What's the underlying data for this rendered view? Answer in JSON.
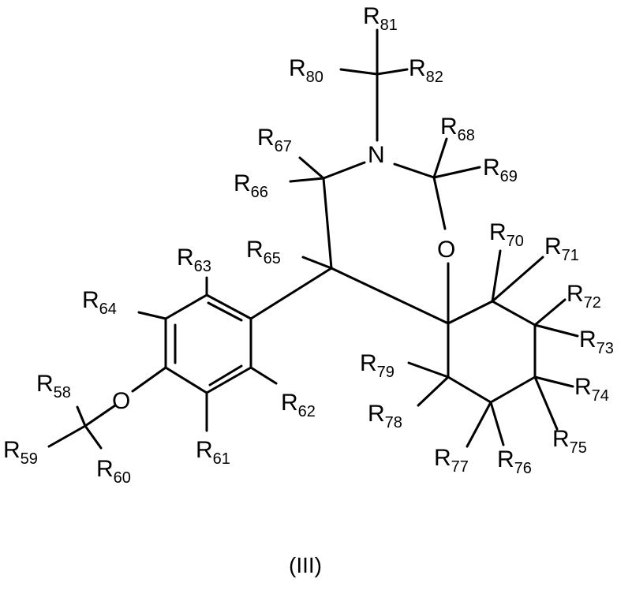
{
  "compound_label": "(III)",
  "atoms": {
    "nitrogen": "N",
    "oxygen_top": "O",
    "oxygen_aryl": "O"
  },
  "substituents": {
    "r58": {
      "letter": "R",
      "num": "58"
    },
    "r59": {
      "letter": "R",
      "num": "59"
    },
    "r60": {
      "letter": "R",
      "num": "60"
    },
    "r61": {
      "letter": "R",
      "num": "61"
    },
    "r62": {
      "letter": "R",
      "num": "62"
    },
    "r63": {
      "letter": "R",
      "num": "63"
    },
    "r64": {
      "letter": "R",
      "num": "64"
    },
    "r65": {
      "letter": "R",
      "num": "65"
    },
    "r66": {
      "letter": "R",
      "num": "66"
    },
    "r67": {
      "letter": "R",
      "num": "67"
    },
    "r68": {
      "letter": "R",
      "num": "68"
    },
    "r69": {
      "letter": "R",
      "num": "69"
    },
    "r70": {
      "letter": "R",
      "num": "70"
    },
    "r71": {
      "letter": "R",
      "num": "71"
    },
    "r72": {
      "letter": "R",
      "num": "72"
    },
    "r73": {
      "letter": "R",
      "num": "73"
    },
    "r74": {
      "letter": "R",
      "num": "74"
    },
    "r75": {
      "letter": "R",
      "num": "75"
    },
    "r76": {
      "letter": "R",
      "num": "76"
    },
    "r77": {
      "letter": "R",
      "num": "77"
    },
    "r78": {
      "letter": "R",
      "num": "78"
    },
    "r79": {
      "letter": "R",
      "num": "79"
    },
    "r80": {
      "letter": "R",
      "num": "80"
    },
    "r81": {
      "letter": "R",
      "num": "81"
    },
    "r82": {
      "letter": "R",
      "num": "82"
    }
  }
}
